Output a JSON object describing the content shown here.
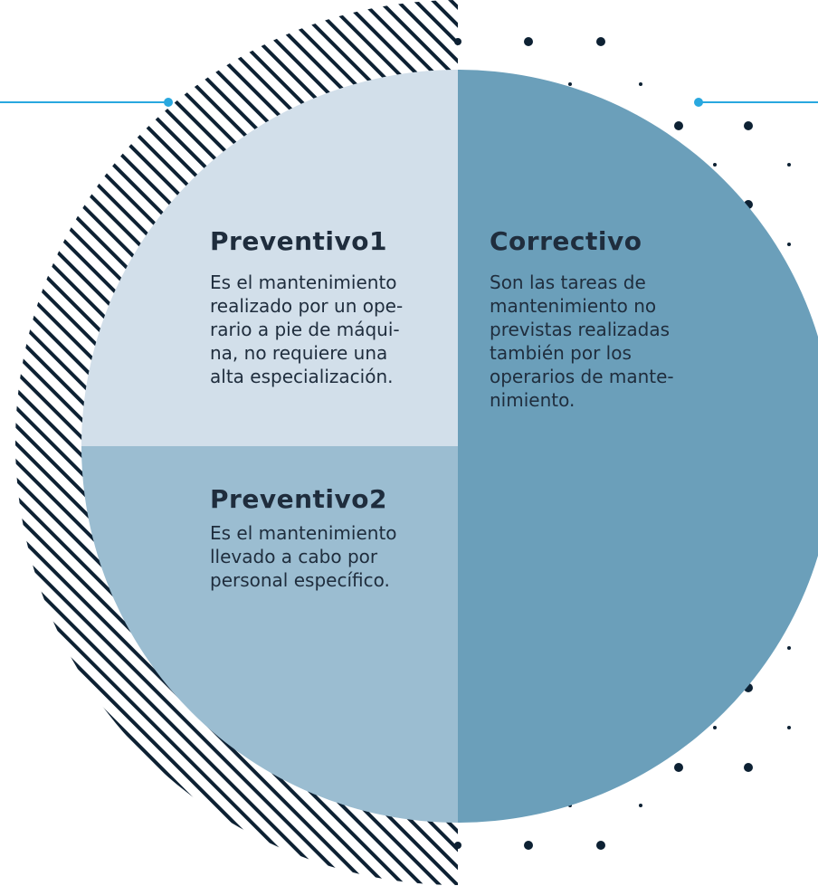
{
  "colors": {
    "top_left_quadrant": "#d2dfea",
    "bottom_left_quadrant": "#9bbdd1",
    "right_half": "#6b9fba",
    "text": "#1f2d3d",
    "hatch": "#0d2133",
    "dots": "#0d2133",
    "accent_line": "#29a8df"
  },
  "quadrants": {
    "preventivo1": {
      "title": "Preventivo1",
      "text": "Es el mantenimiento\nrealizado por un ope-\nrario a pie de máqui-\nna, no requiere una\nalta especialización."
    },
    "correctivo": {
      "title": "Correctivo",
      "text": "Son las tareas de\nmantenimiento no\nprevistas realizadas\ntambién por los\noperarios de mante-\nnimiento."
    },
    "preventivo2": {
      "title": "Preventivo2",
      "text": "Es el mantenimiento\nllevado a cabo por\npersonal específico."
    }
  },
  "decorations": {
    "hatch_pattern": "diagonal-stripes",
    "dot_pattern": "scattered-dots",
    "connector_lines": "accent-lines-with-dot-ends"
  }
}
